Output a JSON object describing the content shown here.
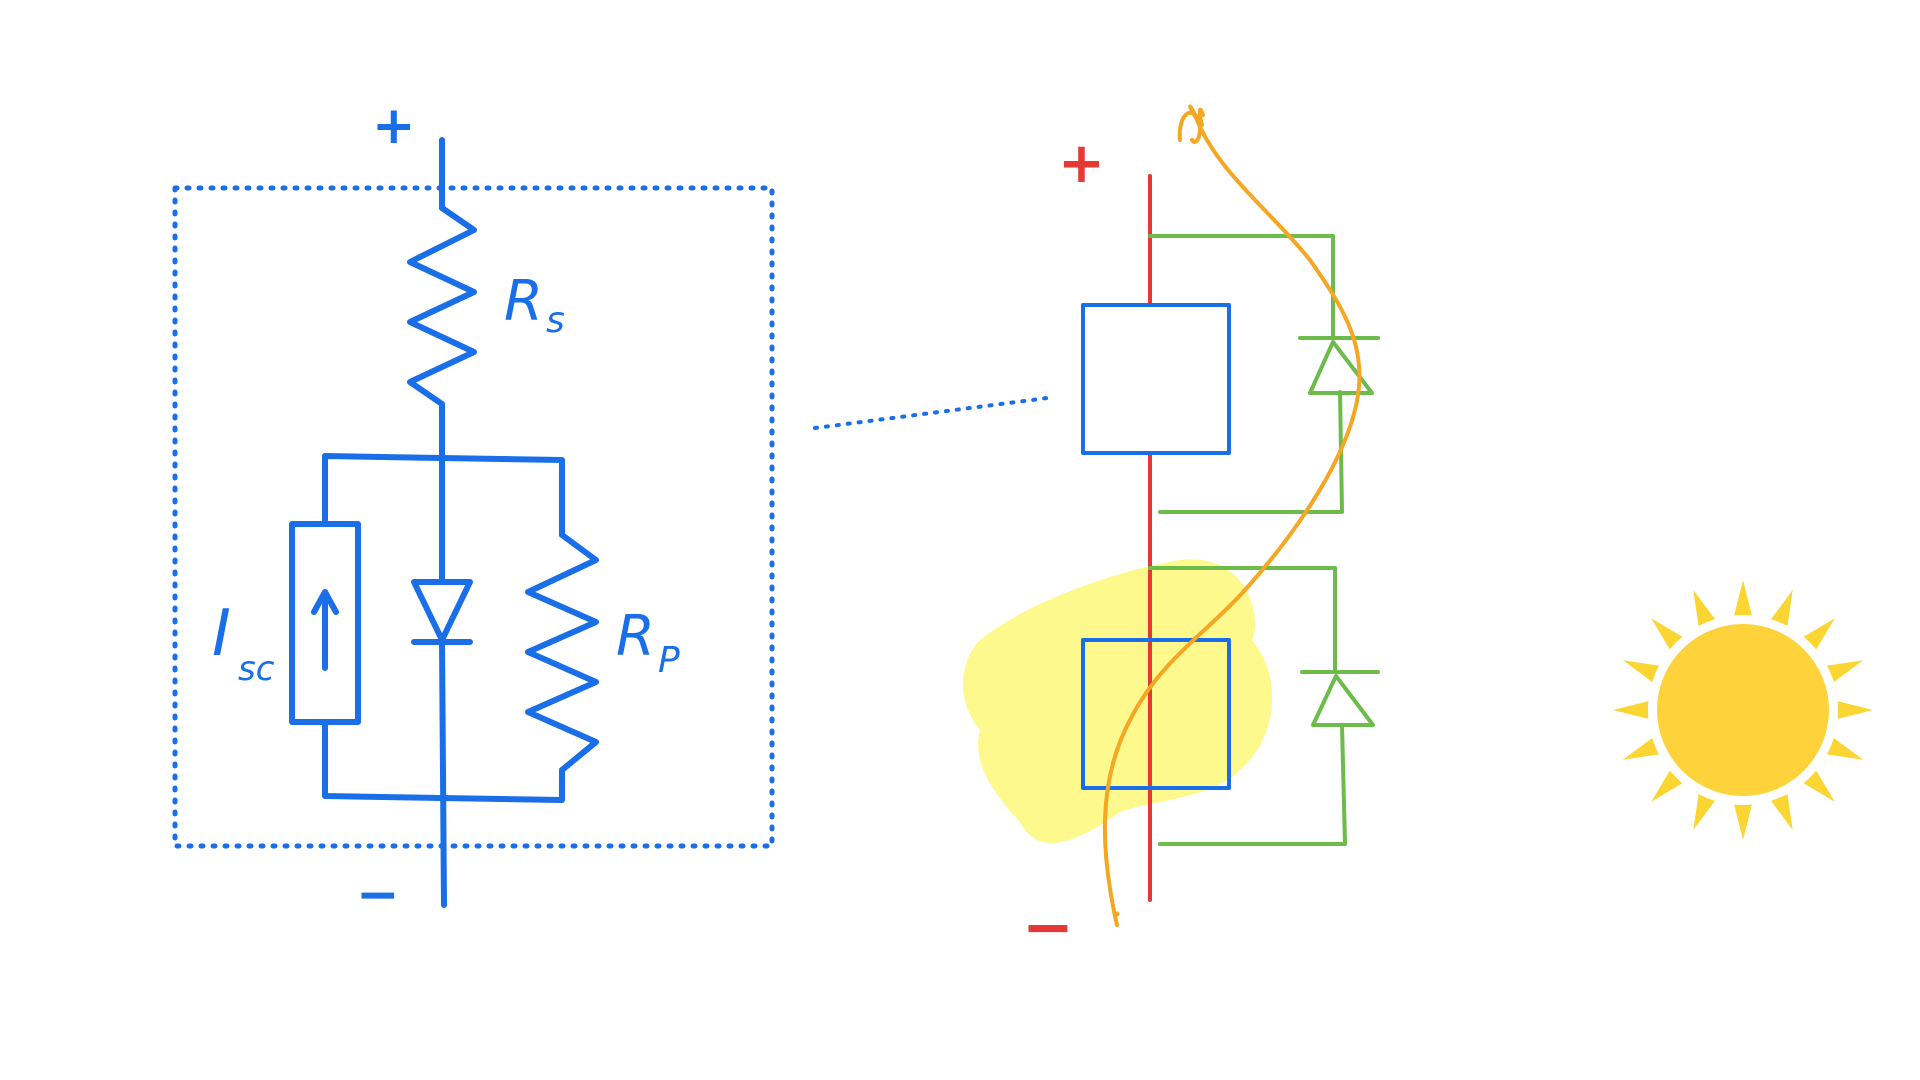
{
  "colors": {
    "blue": "#1a6fe8",
    "red": "#e53935",
    "green": "#6dbb4a",
    "orange": "#f5a623",
    "shade": "#fdf98d",
    "sun_rays": "#fbd632",
    "sun_core": "#fdd23a"
  },
  "left_circuit": {
    "plus": "+",
    "minus": "−",
    "rs_main": "R",
    "rs_sub": "s",
    "rp_main": "R",
    "rp_sub": "P",
    "isc_main": "I",
    "isc_sub": "sc"
  },
  "right_string": {
    "plus": "+",
    "minus": "−"
  },
  "icons": {
    "sun": "sun-icon",
    "arrow": "arrow-up-icon",
    "diode": "diode-icon"
  }
}
